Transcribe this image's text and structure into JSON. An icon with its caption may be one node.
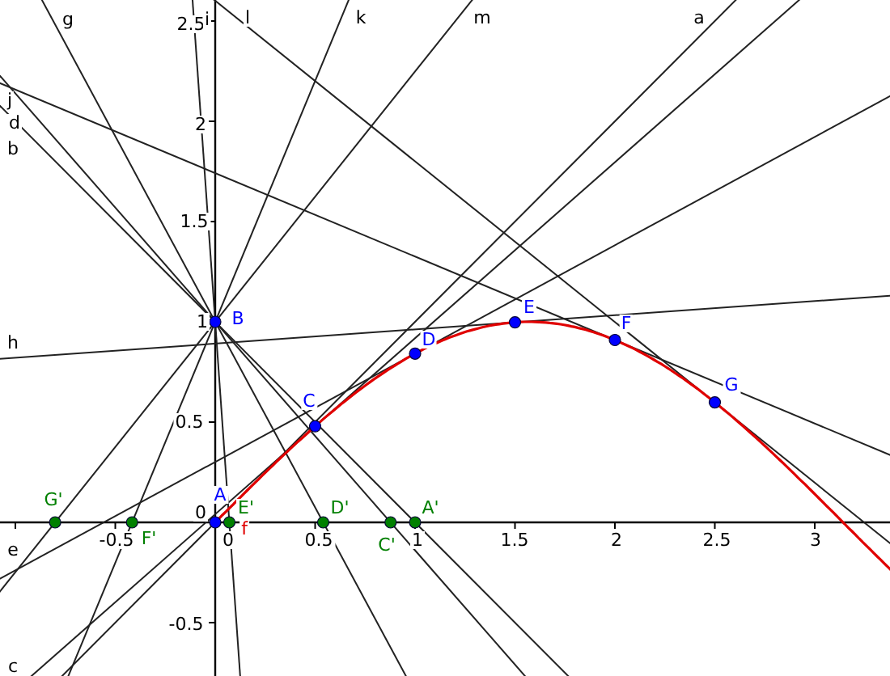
{
  "diagram": {
    "labels": [
      "g",
      "2.5",
      "i",
      "l",
      "k",
      "m",
      "a",
      "j",
      "d",
      "2",
      "b",
      "1.5",
      "1",
      "B",
      "E",
      "F",
      "h",
      "D",
      "G",
      "C",
      "0.5",
      "G'",
      "0",
      "A",
      "E'",
      "D'",
      "A'",
      "e",
      "-0.5",
      "F'",
      "0",
      "f",
      "0.5",
      "C'",
      "1",
      "1.5",
      "2",
      "2.5",
      "3",
      "-0.5",
      "c"
    ]
  }
}
